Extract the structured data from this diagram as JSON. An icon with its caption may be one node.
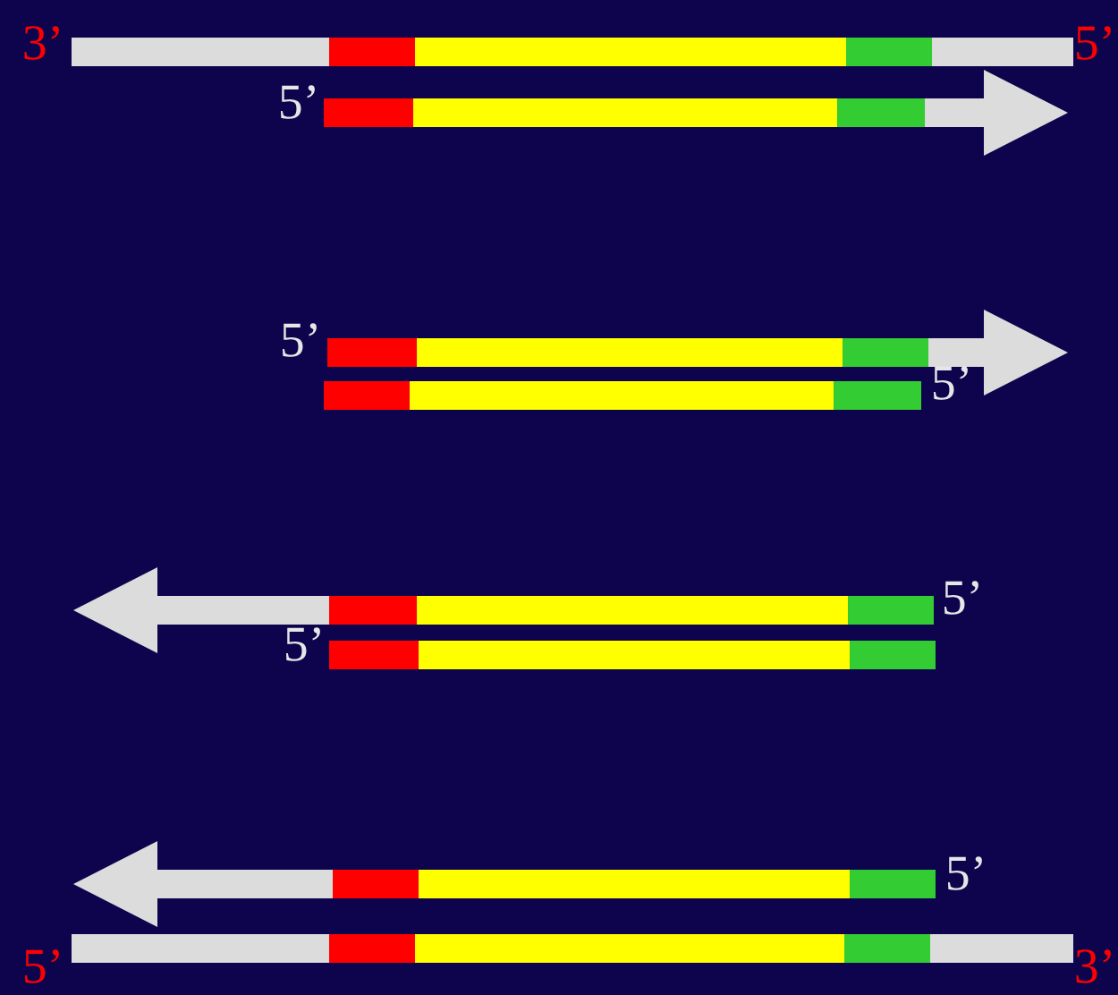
{
  "diagram": {
    "labels": [
      "3’",
      "5’",
      "5’",
      "5’",
      "5’",
      "5’",
      "5’",
      "5’",
      "5’",
      "3’"
    ]
  }
}
